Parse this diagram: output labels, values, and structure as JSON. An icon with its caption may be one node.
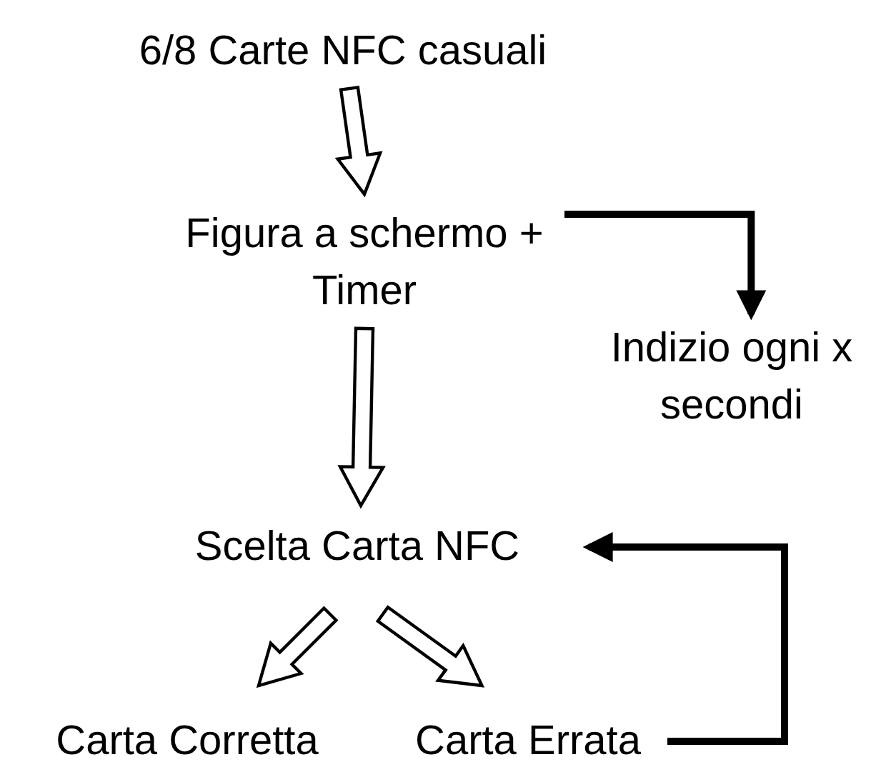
{
  "diagram": {
    "nodes": [
      {
        "text": [
          "6/8 Carte NFC casuali"
        ]
      },
      {
        "text": [
          "Figura a schermo + Timer"
        ]
      },
      {
        "text": [
          "Indizio ogni x secondi"
        ]
      },
      {
        "text": [
          "Scelta Carta NFC"
        ]
      },
      {
        "text": [
          "Carta Corretta"
        ]
      },
      {
        "text": [
          "Carta Errata"
        ]
      }
    ],
    "edges": [
      {
        "from": 0,
        "to": 1,
        "arrow": "to",
        "style": "thick"
      },
      {
        "from": 1,
        "to": 2,
        "arrow": "to"
      },
      {
        "from": 1,
        "to": 3,
        "arrow": "to",
        "style": "thick"
      },
      {
        "from": 3,
        "to": 4,
        "arrow": "to",
        "style": "thick"
      },
      {
        "from": 3,
        "to": 5,
        "arrow": "to",
        "style": "thick"
      },
      {
        "from": 5,
        "to": 3,
        "arrow": "to"
      }
    ]
  }
}
